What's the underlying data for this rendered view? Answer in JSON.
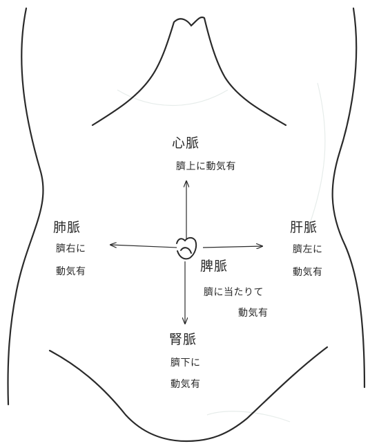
{
  "diagram": {
    "center": {
      "icon": "navel-icon"
    },
    "pulses": {
      "heart": {
        "name": "心脈",
        "line1": "臍上に動気有"
      },
      "lung": {
        "name": "肺脈",
        "line1": "臍右に",
        "line2": "動気有"
      },
      "liver": {
        "name": "肝脈",
        "line1": "臍左に",
        "line2": "動気有"
      },
      "spleen": {
        "name": "脾脈",
        "line1": "臍に当たりて",
        "line2": "動気有"
      },
      "kidney": {
        "name": "腎脈",
        "line1": "臍下に",
        "line2": "動気有"
      }
    },
    "colors": {
      "ink": "#2a2a2a",
      "background": "#ffffff",
      "faint": "#e6ecea"
    }
  }
}
